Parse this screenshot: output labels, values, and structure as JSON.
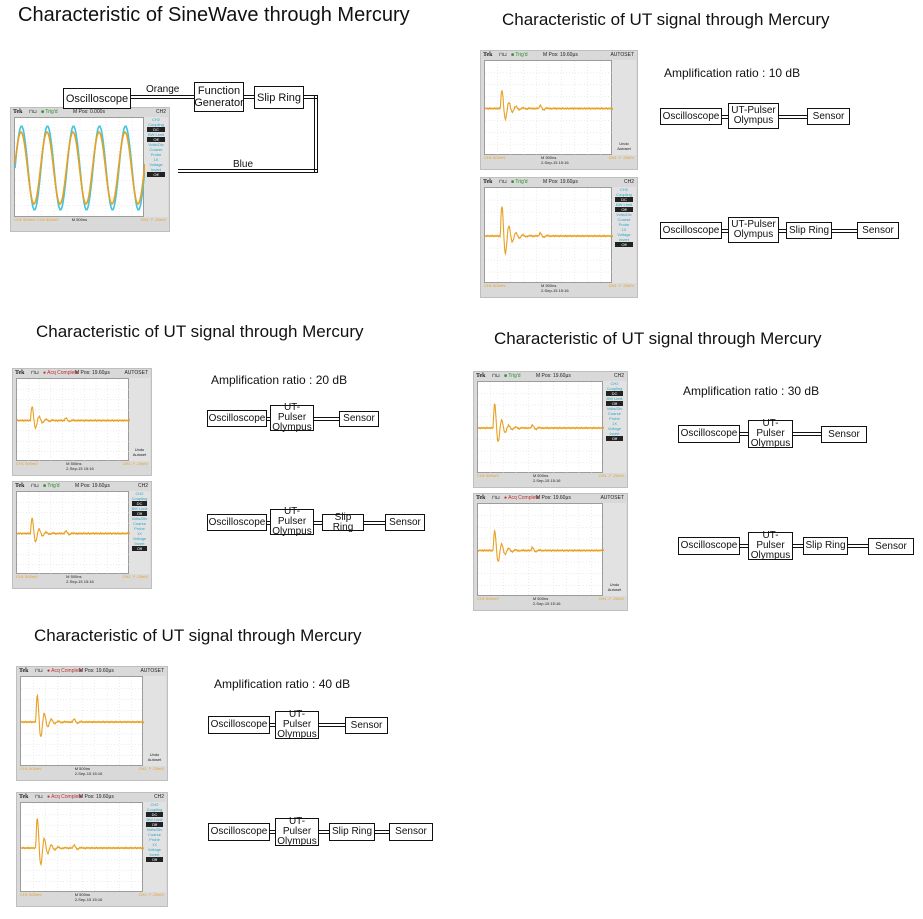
{
  "titles": {
    "sine": "Characteristic of SineWave through Mercury",
    "ut10": "Characteristic of UT signal through Mercury",
    "ut20": "Characteristic of UT signal through Mercury",
    "ut30": "Characteristic of UT signal through Mercury",
    "ut40": "Characteristic of UT signal through Mercury"
  },
  "amplification": {
    "a10": "Amplification ratio : 10 dB",
    "a20": "Amplification ratio : 20 dB",
    "a30": "Amplification ratio : 30 dB",
    "a40": "Amplification ratio : 40 dB"
  },
  "blocks": {
    "oscilloscope": "Oscilloscope",
    "function_generator": "Function\nGenerator",
    "slip_ring": "Slip Ring",
    "ut_pulser": "UT-Pulser\nOlympus",
    "sensor": "Sensor"
  },
  "cables": {
    "orange": "Orange",
    "blue": "Blue"
  },
  "scope": {
    "brand": "Tek",
    "pulse": "⎍",
    "trigd": "Trig'd",
    "acq": "Acq Complete",
    "autoset": "AUTOSET",
    "undo": "Undo Autoset",
    "ch1": "CH1  500mV",
    "ch2": "CH2  500mV",
    "mpos_sine": "M Pos: 0.000s",
    "mpos_ut": "M Pos: 19.60μs",
    "tb": "M 500ns",
    "date": "2-Sep-15 15:16",
    "rr": "CH1 ↗ -20mV",
    "side_items": [
      "CH2",
      "Coupling",
      "DC",
      "BW Limit",
      "Off",
      "Volts/Div",
      "Coarse",
      "Probe",
      "1X",
      "Voltage",
      "Invert",
      "Off"
    ]
  }
}
